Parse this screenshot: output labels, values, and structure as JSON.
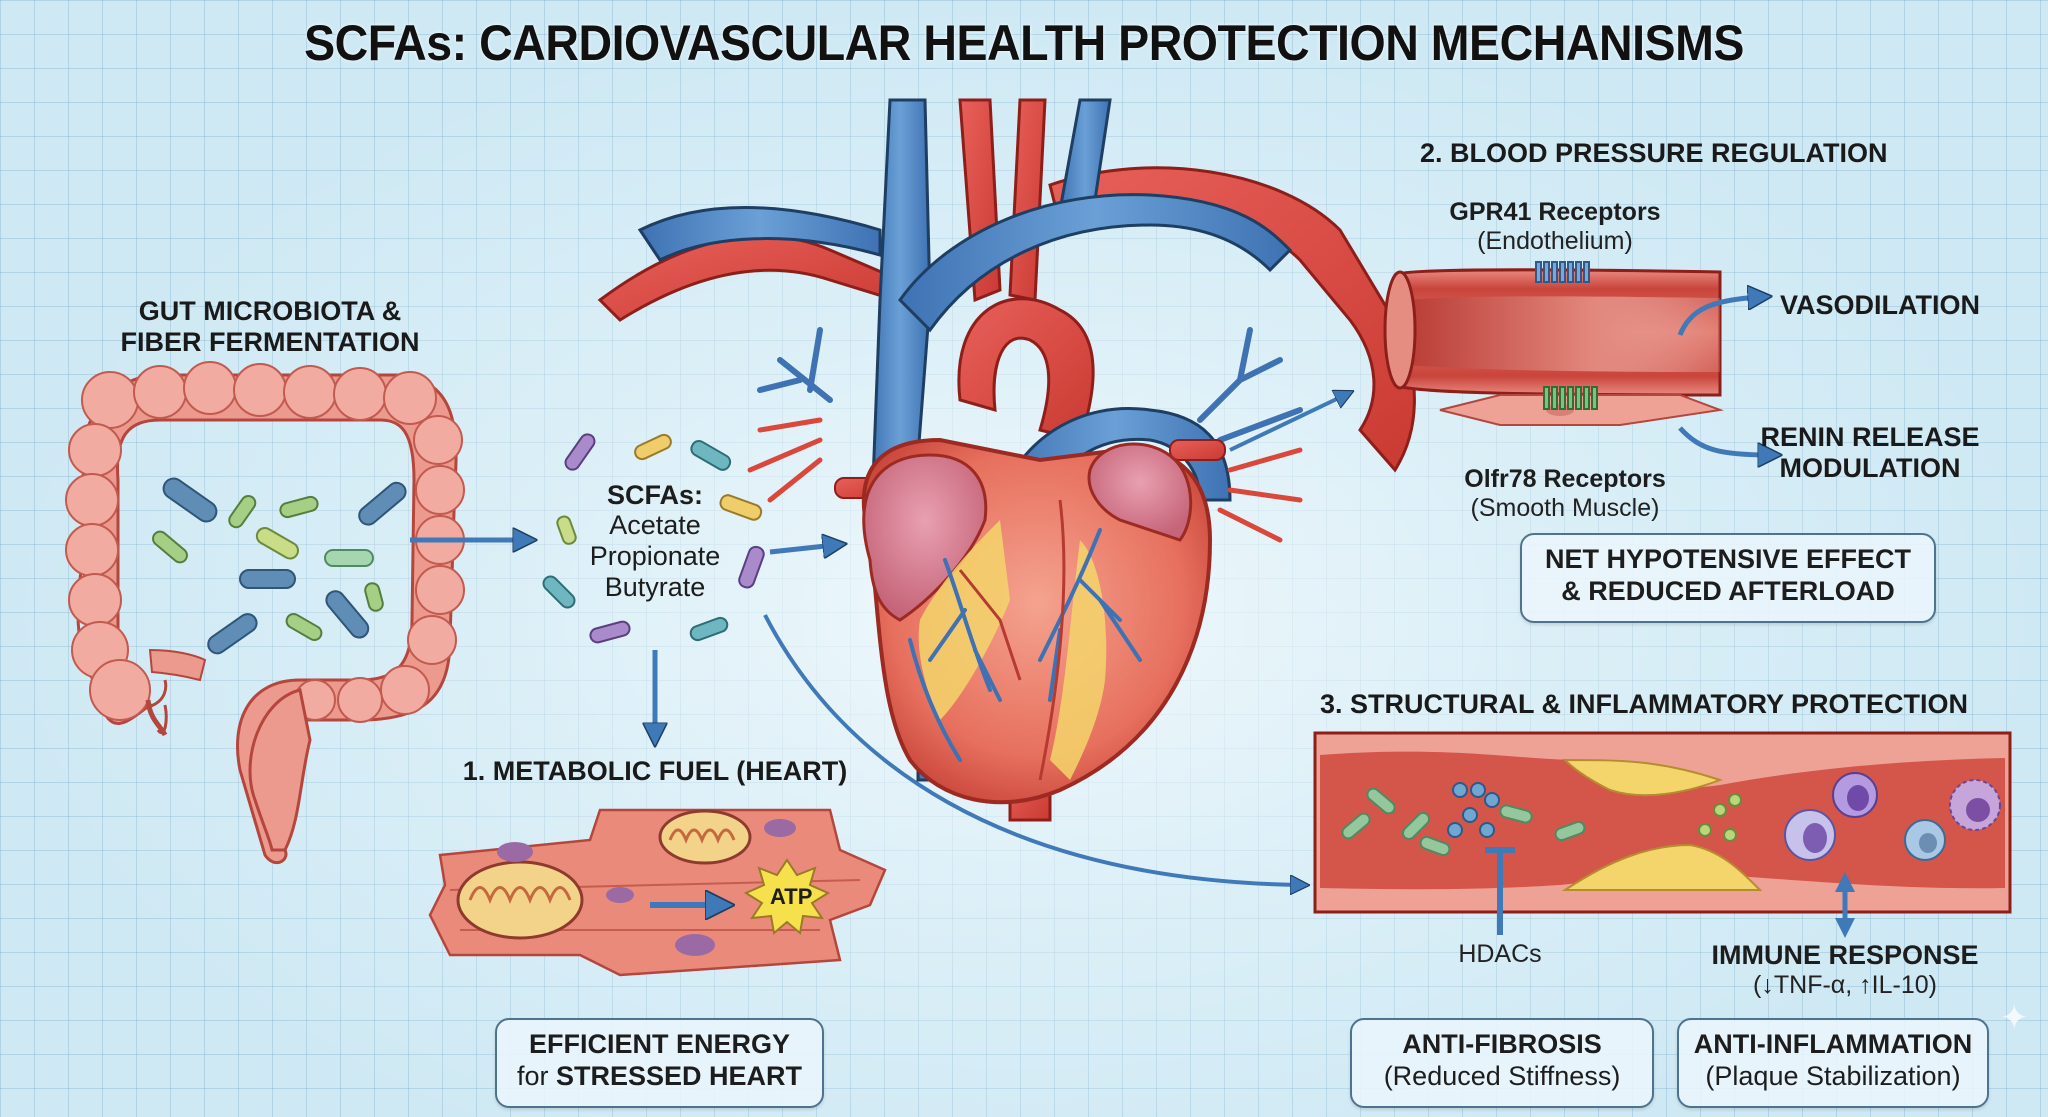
{
  "title": "SCFAs: CARDIOVASCULAR HEALTH PROTECTION MECHANISMS",
  "gut": {
    "heading_line1": "GUT MICROBIOTA &",
    "heading_line2": "FIBER FERMENTATION"
  },
  "scfas": {
    "heading": "SCFAs:",
    "items": [
      "Acetate",
      "Propionate",
      "Butyrate"
    ]
  },
  "section1": {
    "heading": "1. METABOLIC FUEL (HEART)",
    "atp_label": "ATP",
    "box_line1": "EFFICIENT ENERGY",
    "box_line2_prefix": "for",
    "box_line2_bold": "STRESSED HEART"
  },
  "section2": {
    "heading": "2. BLOOD PRESSURE REGULATION",
    "receptor1_name": "GPR41 Receptors",
    "receptor1_location": "(Endothelium)",
    "receptor2_name": "Olfr78 Receptors",
    "receptor2_location": "(Smooth Muscle)",
    "effect1": "VASODILATION",
    "effect2_line1": "RENIN RELEASE",
    "effect2_line2": "MODULATION",
    "box_line1": "NET HYPOTENSIVE EFFECT",
    "box_line2": "& REDUCED AFTERLOAD"
  },
  "section3": {
    "heading": "3. STRUCTURAL & INFLAMMATORY PROTECTION",
    "inhibitor_label": "HDACs",
    "immune_heading": "IMMUNE RESPONSE",
    "immune_detail": "(↓TNF-α, ↑IL-10)",
    "box1_line1": "ANTI-FIBROSIS",
    "box1_line2": "(Reduced Stiffness)",
    "box2_line1": "ANTI-INFLAMMATION",
    "box2_line2": "(Plaque Stabilization)"
  },
  "colors": {
    "background": "#cfe9f4",
    "grid": "#8fb7cf",
    "artery_red": "#d9483b",
    "vein_blue": "#4f83c0",
    "tissue_pink": "#e8877a",
    "plaque_yellow": "#f3d56b",
    "arrow_blue": "#3f79b8",
    "box_border": "#4e7390",
    "text": "#1a1a1a"
  }
}
